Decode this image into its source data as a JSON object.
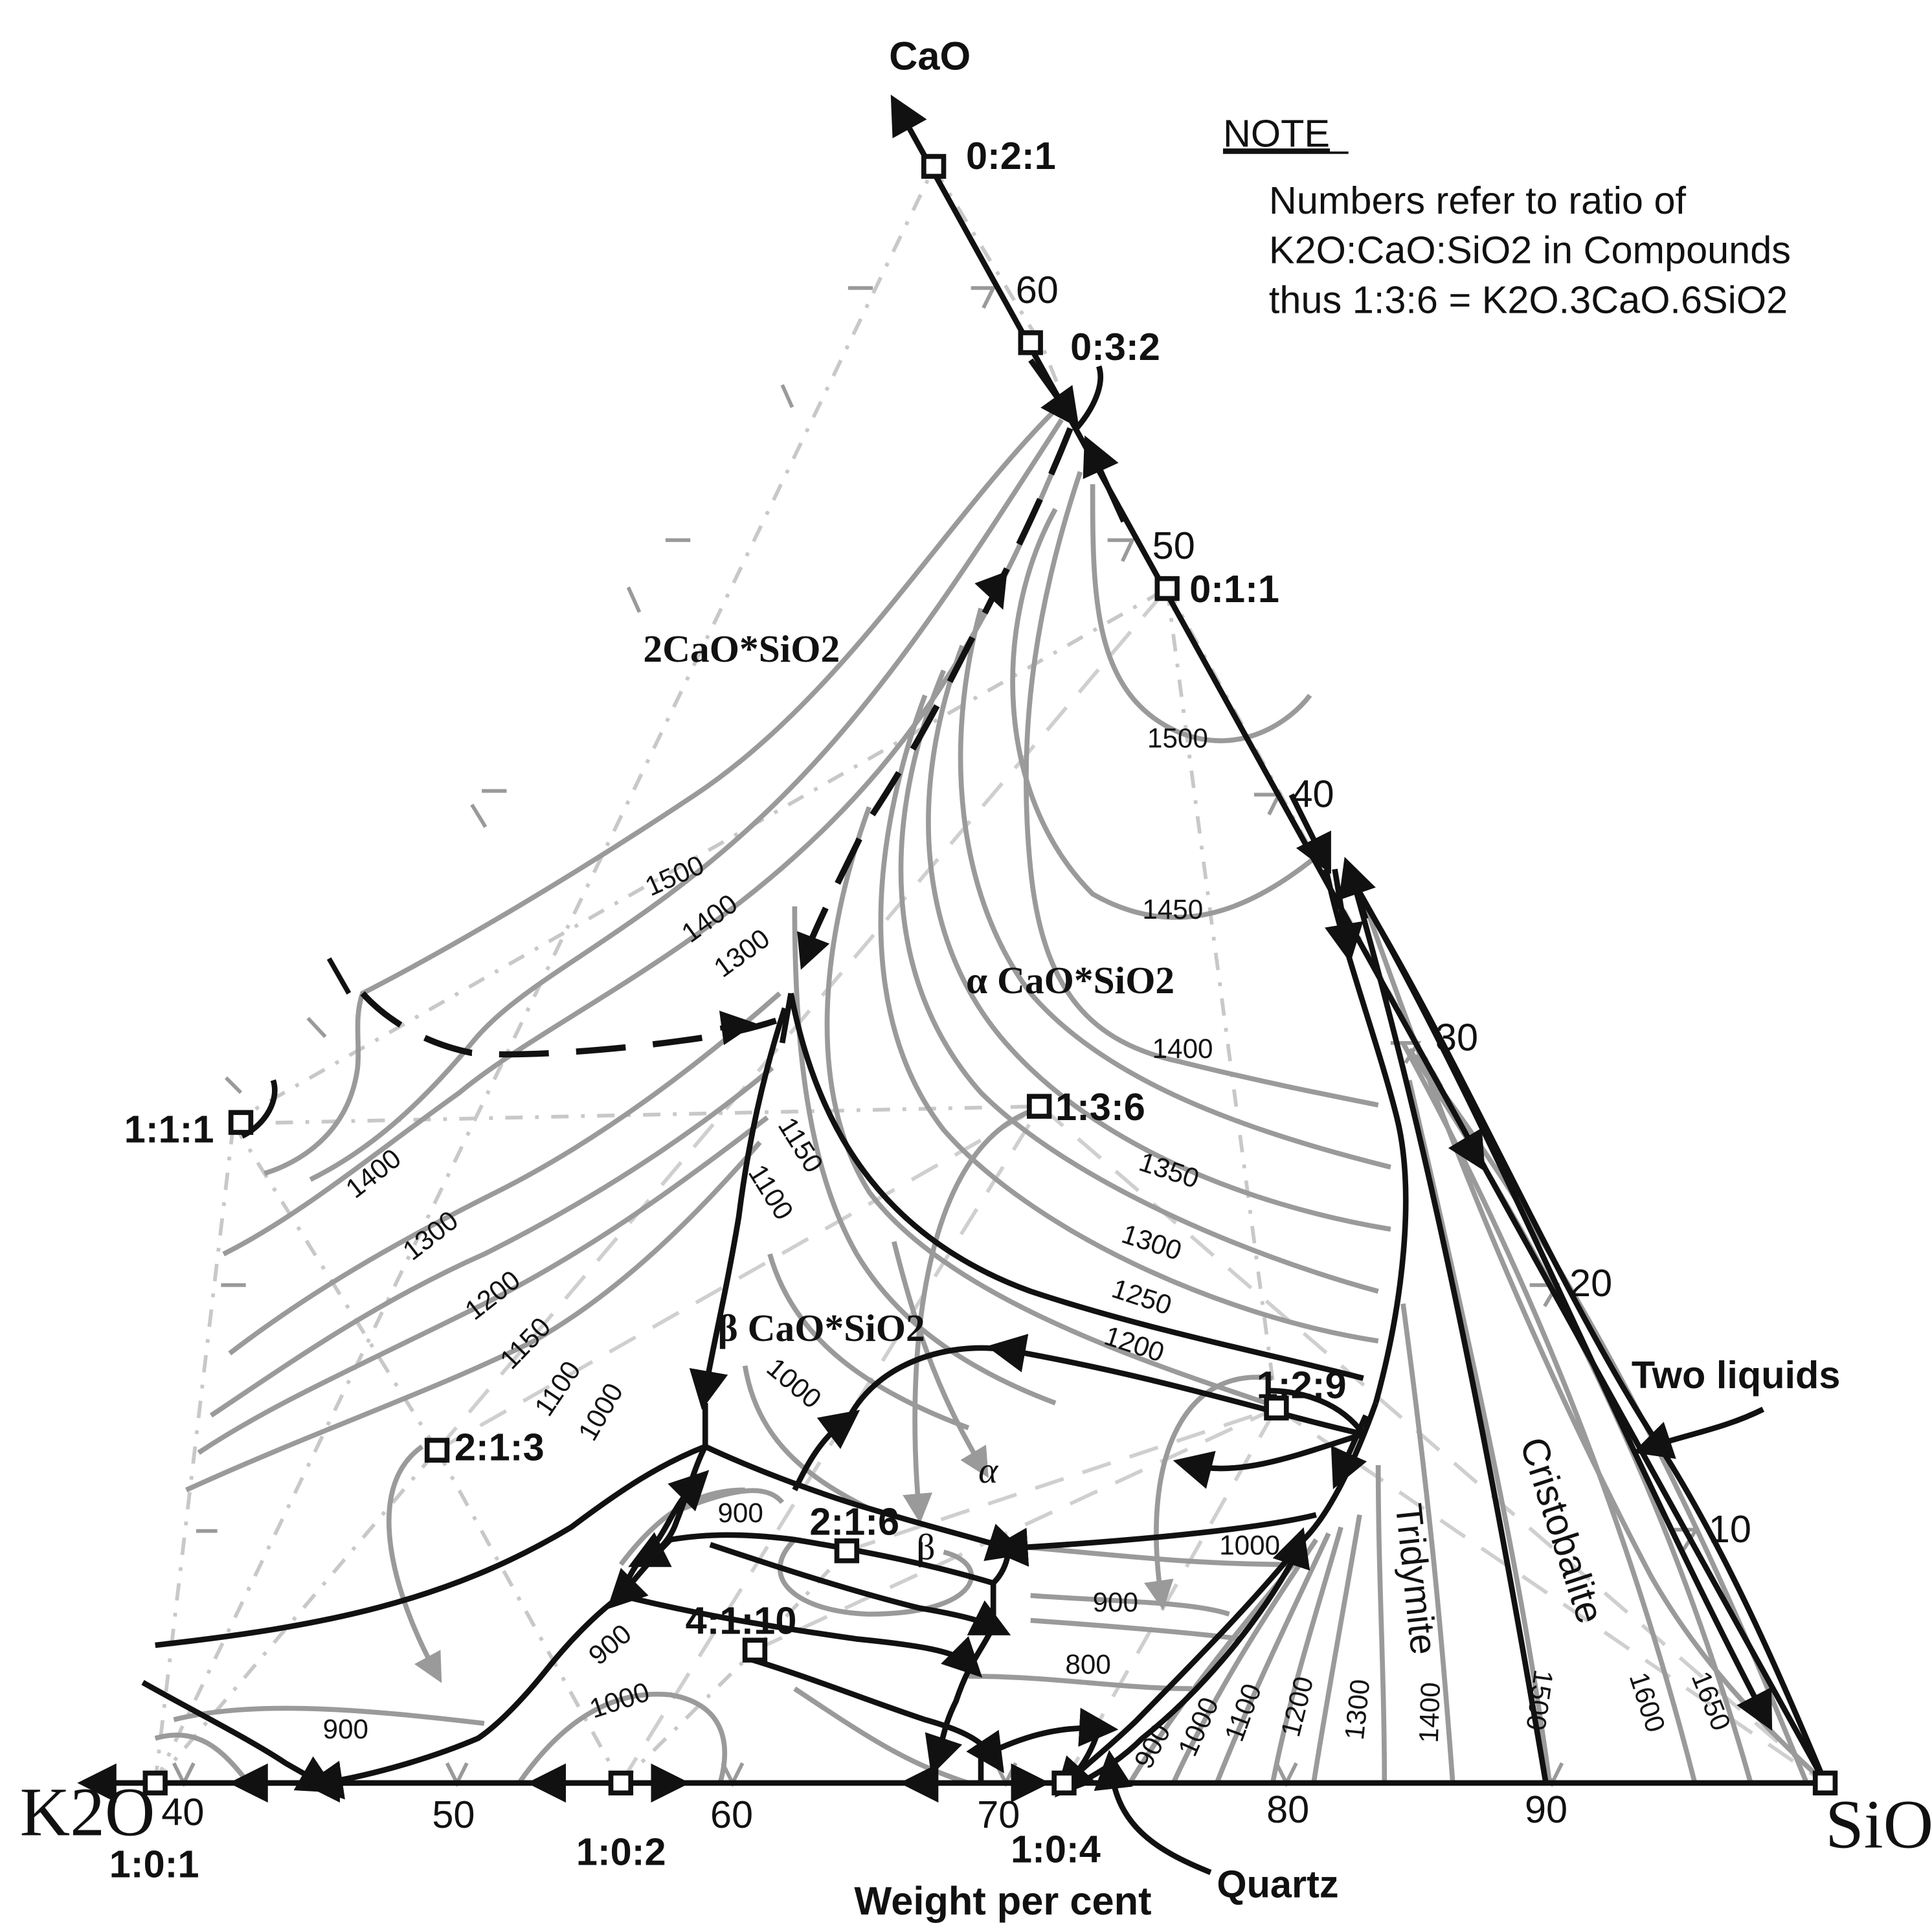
{
  "corners": {
    "cao": "CaO",
    "k2o": "K2O",
    "sio2": "SiO2"
  },
  "note": {
    "heading": "NOTE",
    "line1": "Numbers refer to ratio of",
    "line2": "K2O:CaO:SiO2 in Compounds",
    "line3": "thus 1:3:6 = K2O.3CaO.6SiO2"
  },
  "axis_label": "Weight per cent",
  "bottom_ticks": [
    "40",
    "50",
    "60",
    "70",
    "80",
    "90"
  ],
  "right_ticks": [
    "60",
    "50",
    "40",
    "30",
    "20",
    "10"
  ],
  "compounds": {
    "c021": "0:2:1",
    "c032": "0:3:2",
    "c011": "0:1:1",
    "c111": "1:1:1",
    "c136": "1:3:6",
    "c129": "1:2:9",
    "c213": "2:1:3",
    "c216": "2:1:6",
    "c4110": "4:1:10",
    "c101": "1:0:1",
    "c102": "1:0:2",
    "c104": "1:0:4"
  },
  "phases": {
    "c2s": "2CaO*SiO2",
    "alpha_cs": "α CaO*SiO2",
    "beta_cs": "β CaO*SiO2",
    "alpha": "α",
    "beta": "β",
    "tridymite": "Tridymite",
    "cristobalite": "Cristobalite",
    "two_liquids": "Two liquids",
    "quartz": "Quartz"
  },
  "isotherms": {
    "t1500a": "1500",
    "t1500b": "1500",
    "t1500c": "1500",
    "t1450": "1450",
    "t1400a": "1400",
    "t1400b": "1400",
    "t1400c": "1400",
    "t1400d": "1400",
    "t1350": "1350",
    "t1300a": "1300",
    "t1300b": "1300",
    "t1300c": "1300",
    "t1300d": "1300",
    "t1250": "1250",
    "t1200a": "1200",
    "t1200b": "1200",
    "t1200c": "1200",
    "t1150a": "1150",
    "t1150b": "1150",
    "t1100a": "1100",
    "t1100b": "1100",
    "t1100c": "1100",
    "t1000a": "1000",
    "t1000b": "1000",
    "t1000c": "1000",
    "t1000d": "1000",
    "t1000e": "1000",
    "t900a": "900",
    "t900b": "900",
    "t900c": "900",
    "t900d": "900",
    "t900e": "900",
    "t800": "800",
    "t1600": "1600",
    "t1650": "1650"
  }
}
